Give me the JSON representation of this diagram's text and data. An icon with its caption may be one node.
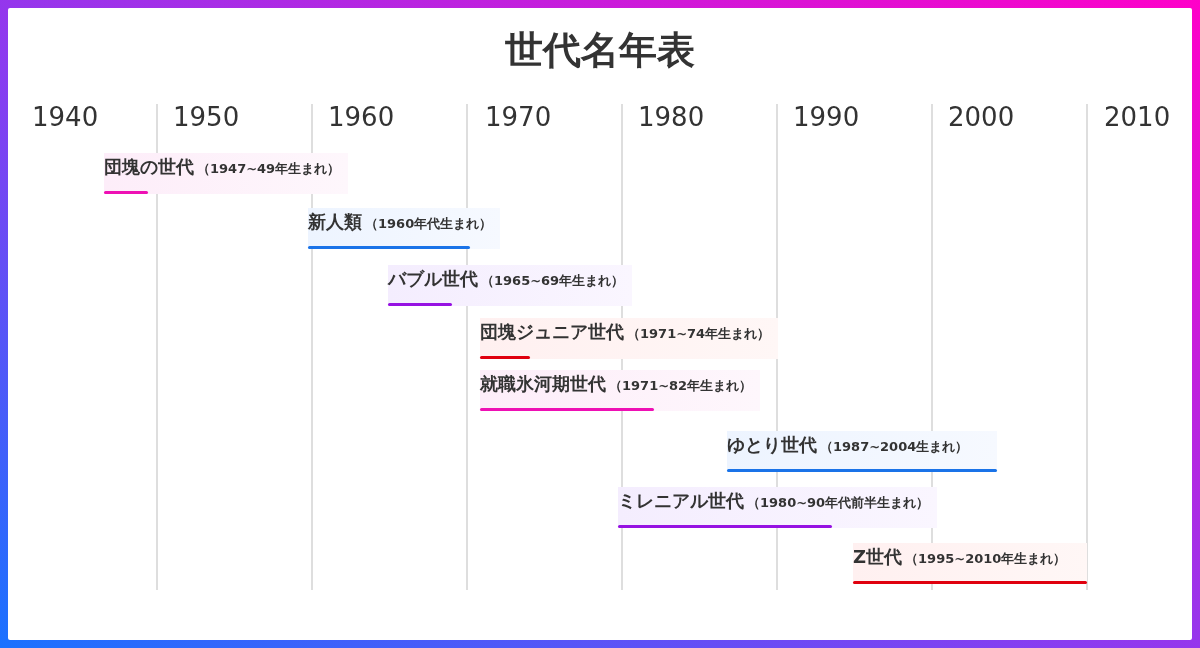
{
  "diagram": {
    "title": "世代名年表",
    "nodes": [
      {
        "text": [
          "団塊の世代",
          "（1947~49年生まれ）"
        ]
      },
      {
        "text": [
          "新人類",
          "（1960年代生まれ）"
        ]
      },
      {
        "text": [
          "バブル世代",
          "（1965~69年生まれ）"
        ]
      },
      {
        "text": [
          "団塊ジュニア世代",
          "（1971~74年生まれ）"
        ]
      },
      {
        "text": [
          "就職氷河期世代",
          "（1971~82年生まれ）"
        ]
      },
      {
        "text": [
          "ゆとり世代",
          "（1987~2004生まれ）"
        ]
      },
      {
        "text": [
          "ミレニアル世代",
          "（1980~90年代前半生まれ）"
        ]
      },
      {
        "text": [
          "Z世代",
          "（1995~2010年生まれ）"
        ]
      }
    ],
    "labels": [
      "1940",
      "1950",
      "1960",
      "1970",
      "1980",
      "1990",
      "2000",
      "2010"
    ]
  }
}
